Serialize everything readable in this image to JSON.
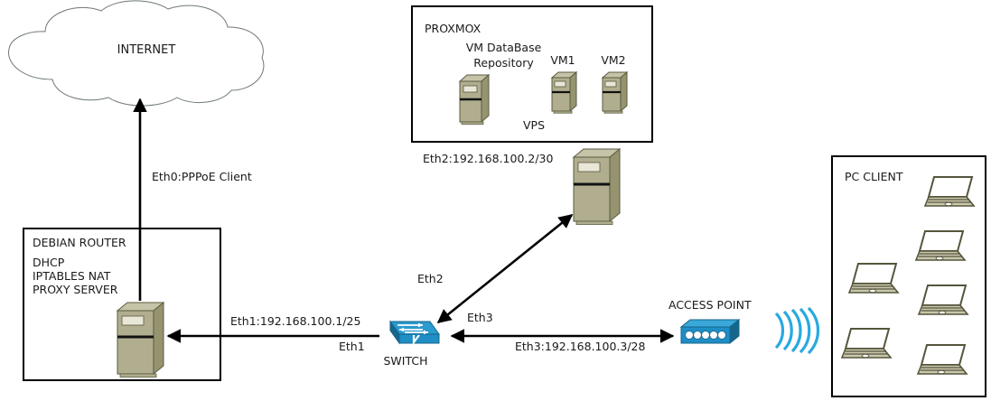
{
  "diagram": {
    "title_internet": "INTERNET",
    "zones": {
      "proxmox": {
        "title": "PROXMOX",
        "vps_label": "VPS",
        "nodes": [
          {
            "name": "VM DataBase\nRepository",
            "line1": "VM DataBase",
            "line2": "Repository"
          },
          {
            "name": "VM1",
            "line1": "VM1",
            "line2": ""
          },
          {
            "name": "VM2",
            "line1": "VM2",
            "line2": ""
          }
        ]
      },
      "debian_router": {
        "title": "DEBIAN ROUTER",
        "services": [
          "DHCP",
          "IPTABLES NAT",
          "PROXY SERVER"
        ],
        "service_line1": "DHCP",
        "service_line2": "IPTABLES NAT",
        "service_line3": "PROXY SERVER"
      },
      "pc_client": {
        "title": "PC CLIENT",
        "laptop_count": 6
      }
    },
    "devices": {
      "switch_label": "SWITCH",
      "access_point_label": "ACCESS POINT"
    },
    "links": {
      "eth0": "Eth0:PPPoE Client",
      "eth1_addr": "Eth1:192.168.100.1/25",
      "eth1_port": "Eth1",
      "eth2_addr": "Eth2:192.168.100.2/30",
      "eth2_port": "Eth2",
      "eth3_addr": "Eth3:192.168.100.3/28",
      "eth3_port": "Eth3"
    },
    "colors": {
      "server_face": "#b0ae8e",
      "server_top": "#c6c4a8",
      "server_side": "#96946f",
      "server_outline": "#5a5a40",
      "switch_blue": "#1f8ec4",
      "switch_dark": "#15658c",
      "switch_light": "#3aa8d8",
      "wifi_wave": "#29a9e0",
      "cloud_stroke": "#6f7a70",
      "line_black": "#000000",
      "laptop_body": "#b9b79a",
      "laptop_outline": "#55553c"
    }
  }
}
